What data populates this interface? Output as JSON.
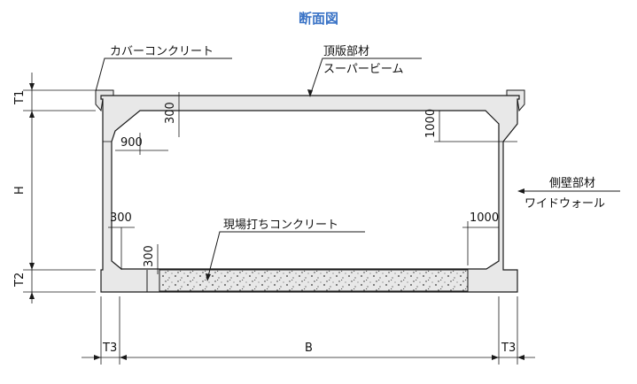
{
  "title": "断面図",
  "colors": {
    "title": "#3a73c6",
    "line": "#1a1a1a",
    "concrete_fill": "#e8e8e8",
    "concrete_dot": "#333333",
    "background": "#ffffff"
  },
  "labels": {
    "cover_concrete": "カバーコンクリート",
    "top_slab_member": "頂版部材",
    "super_beam": "スーパービーム",
    "side_wall_member": "側壁部材",
    "wide_wall": "ワイドウォール",
    "cast_in_place": "現場打ちコンクリート"
  },
  "dimensions": {
    "haunch_top_v": "300",
    "haunch_top_h": "900",
    "haunch_right_top": "1000",
    "haunch_bottom_h": "300",
    "haunch_bottom_v": "300",
    "haunch_right_bottom": "1000",
    "t1": "T1",
    "h": "H",
    "t2": "T2",
    "t3_left": "T3",
    "b": "B",
    "t3_right": "T3"
  }
}
